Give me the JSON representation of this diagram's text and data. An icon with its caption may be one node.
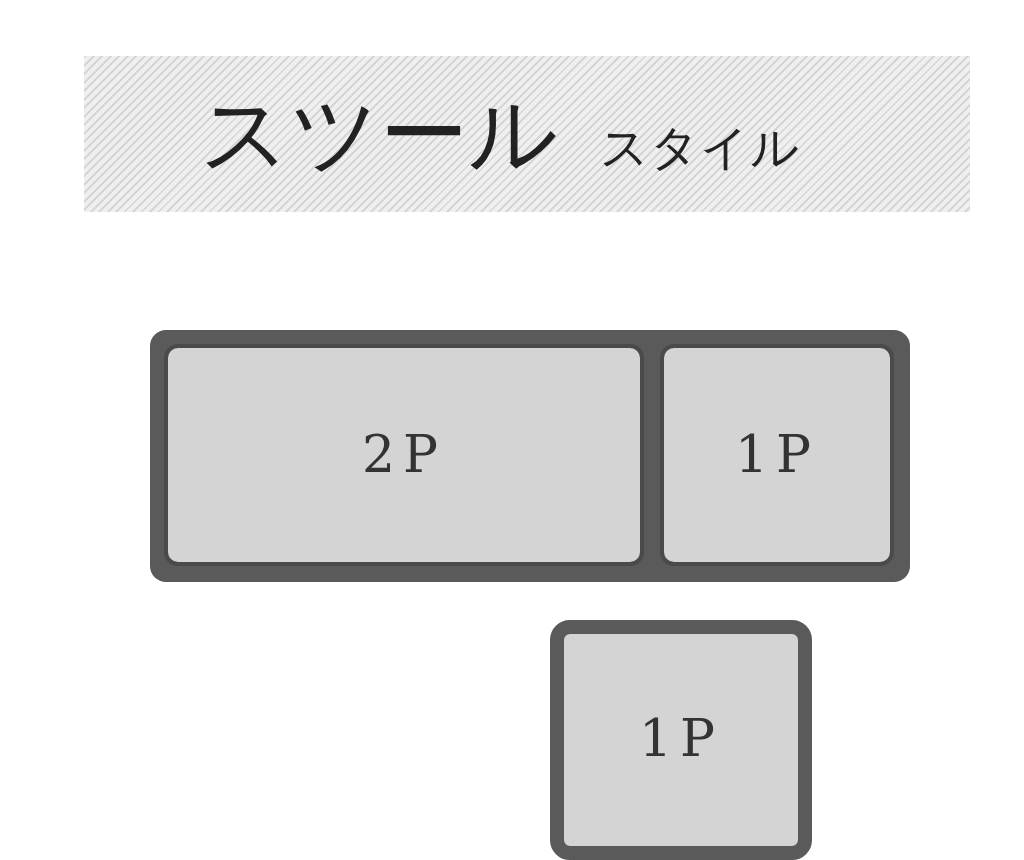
{
  "diagram": {
    "title": "スツール",
    "nodes": [
      {
        "text": [],
        "shape": "box"
      },
      {
        "text": [
          "2P"
        ],
        "in": 0
      },
      {
        "text": [
          "1P"
        ],
        "in": 0
      },
      {
        "text": [
          "1P"
        ]
      }
    ],
    "labels": [
      "スタイル"
    ]
  }
}
